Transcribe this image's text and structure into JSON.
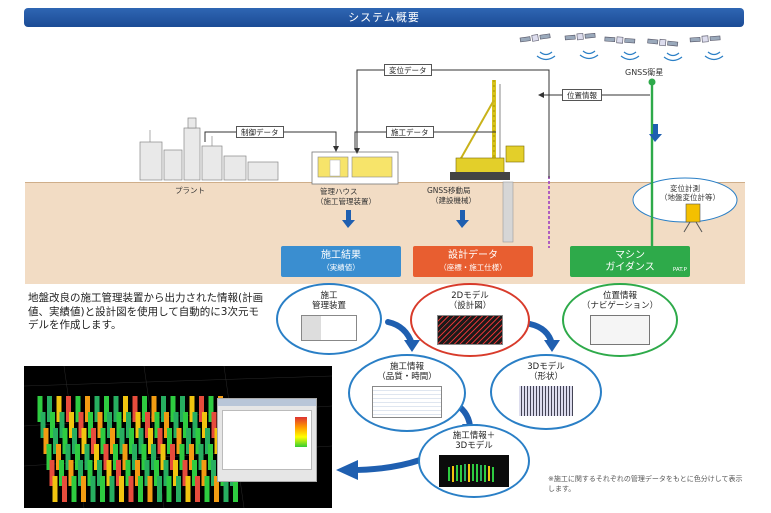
{
  "title": "システム概要",
  "labels": {
    "plant": "プラント",
    "control_house_line1": "管理ハウス",
    "control_house_line2": "（施工管理装置）",
    "gnss_mobile_line1": "GNSS移動局",
    "gnss_mobile_line2": "（建設機械）",
    "gnss_satellite": "GNSS衛星",
    "survey_line1": "変位計測",
    "survey_line2": "（地盤変位計等）",
    "pat": "PAT.P"
  },
  "flow_tags": {
    "displacement": "変位データ",
    "control": "制御データ",
    "construction": "施工データ",
    "position": "位置情報"
  },
  "pills": {
    "result_title": "施工結果",
    "result_sub": "（実績値）",
    "design_title": "設計データ",
    "design_sub": "（座標・施工仕様）",
    "guidance_line1": "マシン",
    "guidance_line2": "ガイダンス"
  },
  "description": "地盤改良の施工管理装置から出力された情報(計画値、実績値)と設計図を使用して自動的に3次元モデルを作成します。",
  "bubbles": {
    "device_line1": "施工",
    "device_line2": "管理装置",
    "model2d_line1": "2Dモデル",
    "model2d_line2": "（設計図）",
    "position_line1": "位置情報",
    "position_line2": "（ナビゲーション）",
    "info_line1": "施工情報",
    "info_line2": "（品質・時間）",
    "model3d_line1": "3Dモデル",
    "model3d_line2": "（形状）",
    "combined_line1": "施工情報＋",
    "combined_line2": "3Dモデル"
  },
  "note": "※施工に関するそれぞれの管理データをもとに色分けして表示します。",
  "colors": {
    "title_bar": "#1b4b95",
    "ground": "#f2dcc4",
    "blue": "#3a8ed0",
    "orange": "#e85e30",
    "green": "#2eaa4a"
  }
}
